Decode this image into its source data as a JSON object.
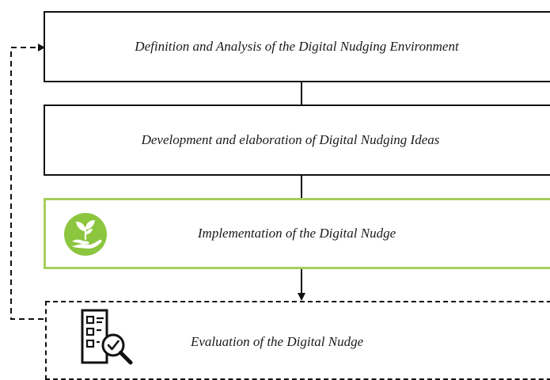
{
  "steps": [
    {
      "label": "Definition and Analysis of the Digital Nudging Environment"
    },
    {
      "label": "Development and elaboration of Digital Nudging Ideas"
    },
    {
      "label": "Implementation of the Digital Nudge",
      "icon": "plant-in-hand-icon",
      "border_color": "#a6ce5a",
      "icon_color": "#8cc63f"
    },
    {
      "label": "Evaluation of the Digital Nudge",
      "icon": "checklist-magnifier-icon",
      "border_style": "dashed"
    }
  ],
  "feedback_loop": {
    "style": "dashed",
    "from": "Evaluation of the Digital Nudge",
    "to": "Definition and Analysis of the Digital Nudging Environment"
  }
}
